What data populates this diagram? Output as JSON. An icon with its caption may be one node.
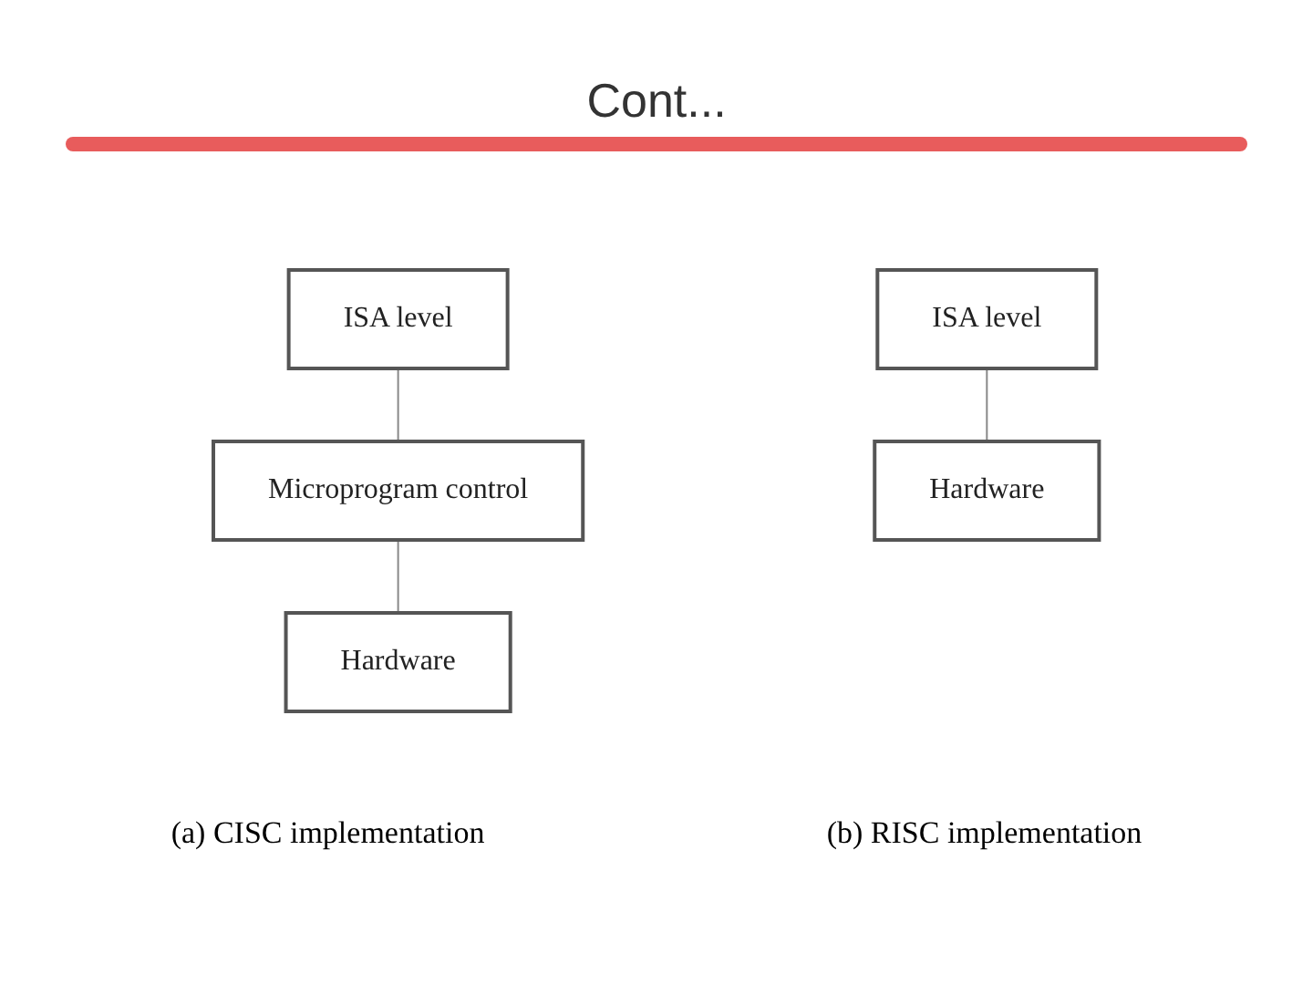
{
  "diagram": {
    "title": "Cont...",
    "nodes": [
      {
        "text": [
          "ISA level"
        ]
      },
      {
        "text": [
          "Microprogram control"
        ]
      },
      {
        "text": [
          "Hardware"
        ]
      },
      {
        "text": [
          "ISA level"
        ]
      },
      {
        "text": [
          "Hardware"
        ]
      }
    ],
    "edges": [
      {
        "from": 0,
        "to": 1,
        "arrow": "none"
      },
      {
        "from": 1,
        "to": 2,
        "arrow": "none"
      },
      {
        "from": 3,
        "to": 4,
        "arrow": "none"
      }
    ],
    "labels": [
      "(a) CISC implementation",
      "(b) RISC implementation"
    ]
  }
}
